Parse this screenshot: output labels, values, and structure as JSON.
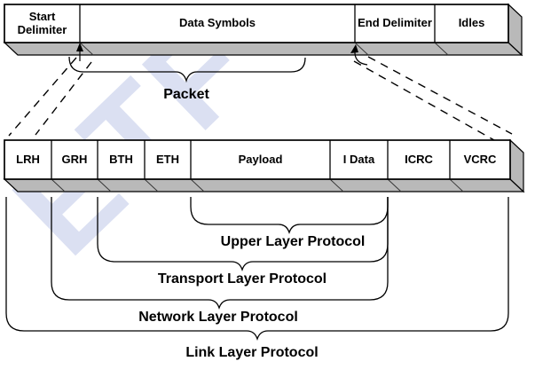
{
  "figure": {
    "watermark_text": "ETF",
    "symbol_stream": {
      "fields": [
        {
          "label": "Start Delimiter"
        },
        {
          "label": "Data Symbols"
        },
        {
          "label": "End Delimiter"
        },
        {
          "label": "Idles"
        }
      ]
    },
    "packet_caption": "Packet",
    "packet_fields": [
      {
        "label": "LRH"
      },
      {
        "label": "GRH"
      },
      {
        "label": "BTH"
      },
      {
        "label": "ETH"
      },
      {
        "label": "Payload"
      },
      {
        "label": "I Data"
      },
      {
        "label": "ICRC"
      },
      {
        "label": "VCRC"
      }
    ],
    "protocol_layers": [
      {
        "label": "Upper Layer Protocol"
      },
      {
        "label": "Transport Layer Protocol"
      },
      {
        "label": "Network Layer Protocol"
      },
      {
        "label": "Link Layer Protocol"
      }
    ],
    "colors": {
      "box_face": "#ffffff",
      "box_depth": "#b9b9b9",
      "line": "#000000",
      "watermark": "#7d91d2"
    }
  }
}
